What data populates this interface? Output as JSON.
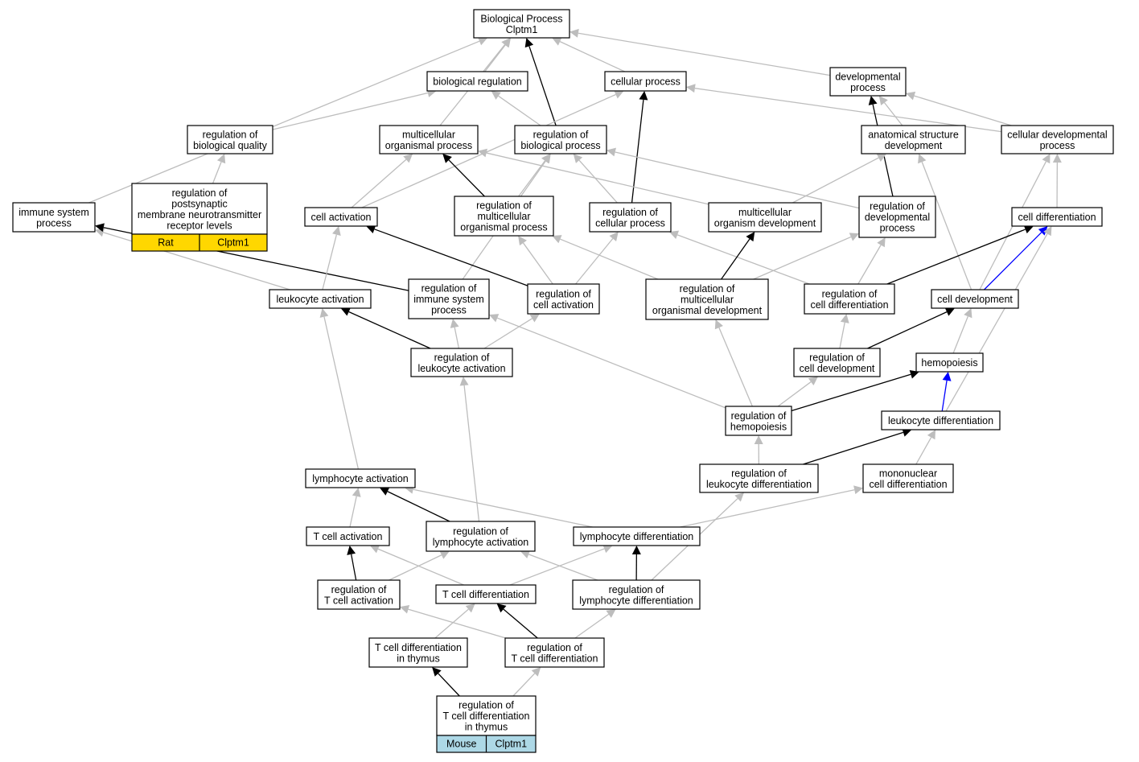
{
  "graph": {
    "colors": {
      "gray_edge": "#bdbdbd",
      "black_edge": "#000000",
      "blue_edge": "#0000ff",
      "rat_box": "#ffd700",
      "mouse_box": "#add8e6"
    },
    "nodes": [
      {
        "id": "bp",
        "lines": [
          "Biological Process",
          "Clptm1"
        ]
      },
      {
        "id": "bioreg",
        "lines": [
          "biological regulation"
        ]
      },
      {
        "id": "cellproc",
        "lines": [
          "cellular process"
        ]
      },
      {
        "id": "devproc",
        "lines": [
          "developmental",
          "process"
        ]
      },
      {
        "id": "regbioqual",
        "lines": [
          "regulation of",
          "biological quality"
        ]
      },
      {
        "id": "multiorg",
        "lines": [
          "multicellular",
          "organismal process"
        ]
      },
      {
        "id": "regbioproc",
        "lines": [
          "regulation of",
          "biological process"
        ]
      },
      {
        "id": "anatdev",
        "lines": [
          "anatomical structure",
          "development"
        ]
      },
      {
        "id": "celldevproc",
        "lines": [
          "cellular developmental",
          "process"
        ]
      },
      {
        "id": "regpost",
        "lines": [
          "regulation of",
          "postsynaptic",
          "membrane neurotransmitter",
          "receptor levels"
        ],
        "badge": [
          "Rat",
          "Clptm1"
        ],
        "badge_color": "#ffd700"
      },
      {
        "id": "immune",
        "lines": [
          "immune system",
          "process"
        ]
      },
      {
        "id": "cellact",
        "lines": [
          "cell activation"
        ]
      },
      {
        "id": "regmultiorg",
        "lines": [
          "regulation of",
          "multicellular",
          "organismal process"
        ]
      },
      {
        "id": "regcellproc",
        "lines": [
          "regulation of",
          "cellular process"
        ]
      },
      {
        "id": "multiorgdev",
        "lines": [
          "multicellular",
          "organism development"
        ]
      },
      {
        "id": "regdevproc",
        "lines": [
          "regulation of",
          "developmental",
          "process"
        ]
      },
      {
        "id": "celldiff",
        "lines": [
          "cell differentiation"
        ]
      },
      {
        "id": "leukact",
        "lines": [
          "leukocyte activation"
        ]
      },
      {
        "id": "regimmune",
        "lines": [
          "regulation of",
          "immune system",
          "process"
        ]
      },
      {
        "id": "regcellact",
        "lines": [
          "regulation of",
          "cell activation"
        ]
      },
      {
        "id": "regmultiorgdev",
        "lines": [
          "regulation of",
          "multicellular",
          "organismal development"
        ]
      },
      {
        "id": "regcelldiff",
        "lines": [
          "regulation of",
          "cell differentiation"
        ]
      },
      {
        "id": "celldev",
        "lines": [
          "cell development"
        ]
      },
      {
        "id": "regleukact",
        "lines": [
          "regulation of",
          "leukocyte activation"
        ]
      },
      {
        "id": "regcelldev",
        "lines": [
          "regulation of",
          "cell development"
        ]
      },
      {
        "id": "hemo",
        "lines": [
          "hemopoiesis"
        ]
      },
      {
        "id": "reghemo",
        "lines": [
          "regulation of",
          "hemopoiesis"
        ]
      },
      {
        "id": "leukdiff",
        "lines": [
          "leukocyte differentiation"
        ]
      },
      {
        "id": "lymphact",
        "lines": [
          "lymphocyte activation"
        ]
      },
      {
        "id": "regleukdiff",
        "lines": [
          "regulation of",
          "leukocyte differentiation"
        ]
      },
      {
        "id": "mononuc",
        "lines": [
          "mononuclear",
          "cell differentiation"
        ]
      },
      {
        "id": "tcellact",
        "lines": [
          "T cell activation"
        ]
      },
      {
        "id": "reglymphact",
        "lines": [
          "regulation of",
          "lymphocyte activation"
        ]
      },
      {
        "id": "lymphdiff",
        "lines": [
          "lymphocyte differentiation"
        ]
      },
      {
        "id": "regtcellact",
        "lines": [
          "regulation of",
          "T cell activation"
        ]
      },
      {
        "id": "tcelldiff",
        "lines": [
          "T cell differentiation"
        ]
      },
      {
        "id": "reglymphdiff",
        "lines": [
          "regulation of",
          "lymphocyte differentiation"
        ]
      },
      {
        "id": "tcelldiffthy",
        "lines": [
          "T cell differentiation",
          "in thymus"
        ]
      },
      {
        "id": "regtcelldiff",
        "lines": [
          "regulation of",
          "T cell differentiation"
        ]
      },
      {
        "id": "regtcelldiffthy",
        "lines": [
          "regulation of",
          "T cell differentiation",
          "in thymus"
        ],
        "badge": [
          "Mouse",
          "Clptm1"
        ],
        "badge_color": "#add8e6"
      }
    ],
    "edges": [
      {
        "from": "bioreg",
        "to": "bp",
        "color": "gray"
      },
      {
        "from": "cellproc",
        "to": "bp",
        "color": "gray"
      },
      {
        "from": "devproc",
        "to": "bp",
        "color": "gray"
      },
      {
        "from": "regbioproc",
        "to": "bp",
        "color": "black"
      },
      {
        "from": "multiorg",
        "to": "bp",
        "color": "gray"
      },
      {
        "from": "immune",
        "to": "bp",
        "color": "gray"
      },
      {
        "from": "regbioqual",
        "to": "bioreg",
        "color": "gray"
      },
      {
        "from": "regbioproc",
        "to": "bioreg",
        "color": "gray"
      },
      {
        "from": "regcellproc",
        "to": "cellproc",
        "color": "black"
      },
      {
        "from": "cellact",
        "to": "cellproc",
        "color": "gray"
      },
      {
        "from": "celldevproc",
        "to": "cellproc",
        "color": "gray"
      },
      {
        "from": "anatdev",
        "to": "devproc",
        "color": "gray"
      },
      {
        "from": "regdevproc",
        "to": "devproc",
        "color": "black"
      },
      {
        "from": "celldevproc",
        "to": "devproc",
        "color": "gray"
      },
      {
        "from": "regpost",
        "to": "regbioqual",
        "color": "gray"
      },
      {
        "from": "cellact",
        "to": "multiorg",
        "color": "gray"
      },
      {
        "from": "regmultiorg",
        "to": "multiorg",
        "color": "black"
      },
      {
        "from": "multiorgdev",
        "to": "multiorg",
        "color": "gray"
      },
      {
        "from": "regmultiorg",
        "to": "regbioproc",
        "color": "gray"
      },
      {
        "from": "regcellproc",
        "to": "regbioproc",
        "color": "gray"
      },
      {
        "from": "regdevproc",
        "to": "regbioproc",
        "color": "gray"
      },
      {
        "from": "regimmune",
        "to": "regbioproc",
        "color": "gray"
      },
      {
        "from": "multiorgdev",
        "to": "anatdev",
        "color": "gray"
      },
      {
        "from": "celldev",
        "to": "anatdev",
        "color": "gray"
      },
      {
        "from": "celldiff",
        "to": "celldevproc",
        "color": "gray"
      },
      {
        "from": "celldev",
        "to": "celldevproc",
        "color": "gray"
      },
      {
        "from": "leukact",
        "to": "immune",
        "color": "gray"
      },
      {
        "from": "regimmune",
        "to": "immune",
        "color": "black"
      },
      {
        "from": "leukact",
        "to": "cellact",
        "color": "gray"
      },
      {
        "from": "regcellact",
        "to": "cellact",
        "color": "black"
      },
      {
        "from": "regcellact",
        "to": "regcellproc",
        "color": "gray"
      },
      {
        "from": "regcelldiff",
        "to": "regcellproc",
        "color": "gray"
      },
      {
        "from": "regmultiorgdev",
        "to": "regmultiorg",
        "color": "gray"
      },
      {
        "from": "regcellact",
        "to": "regmultiorg",
        "color": "gray"
      },
      {
        "from": "regmultiorgdev",
        "to": "multiorgdev",
        "color": "black"
      },
      {
        "from": "regmultiorgdev",
        "to": "regdevproc",
        "color": "gray"
      },
      {
        "from": "regcelldiff",
        "to": "regdevproc",
        "color": "gray"
      },
      {
        "from": "regcelldiff",
        "to": "celldiff",
        "color": "black"
      },
      {
        "from": "celldev",
        "to": "celldiff",
        "color": "blue"
      },
      {
        "from": "leukdiff",
        "to": "celldiff",
        "color": "gray"
      },
      {
        "from": "regleukact",
        "to": "leukact",
        "color": "black"
      },
      {
        "from": "lymphact",
        "to": "leukact",
        "color": "gray"
      },
      {
        "from": "regleukact",
        "to": "regimmune",
        "color": "gray"
      },
      {
        "from": "reghemo",
        "to": "regimmune",
        "color": "gray"
      },
      {
        "from": "regleukact",
        "to": "regcellact",
        "color": "gray"
      },
      {
        "from": "reghemo",
        "to": "regmultiorgdev",
        "color": "gray"
      },
      {
        "from": "regcelldev",
        "to": "regcelldiff",
        "color": "gray"
      },
      {
        "from": "regcelldev",
        "to": "celldev",
        "color": "black"
      },
      {
        "from": "hemo",
        "to": "celldev",
        "color": "gray"
      },
      {
        "from": "reglymphact",
        "to": "regleukact",
        "color": "gray"
      },
      {
        "from": "reghemo",
        "to": "regcelldev",
        "color": "gray"
      },
      {
        "from": "reghemo",
        "to": "hemo",
        "color": "black"
      },
      {
        "from": "leukdiff",
        "to": "hemo",
        "color": "blue"
      },
      {
        "from": "regleukdiff",
        "to": "reghemo",
        "color": "gray"
      },
      {
        "from": "regleukdiff",
        "to": "leukdiff",
        "color": "black"
      },
      {
        "from": "mononuc",
        "to": "leukdiff",
        "color": "gray"
      },
      {
        "from": "tcellact",
        "to": "lymphact",
        "color": "gray"
      },
      {
        "from": "reglymphact",
        "to": "lymphact",
        "color": "black"
      },
      {
        "from": "lymphdiff",
        "to": "lymphact",
        "color": "gray"
      },
      {
        "from": "reglymphdiff",
        "to": "regleukdiff",
        "color": "gray"
      },
      {
        "from": "lymphdiff",
        "to": "mononuc",
        "color": "gray"
      },
      {
        "from": "regtcellact",
        "to": "tcellact",
        "color": "black"
      },
      {
        "from": "tcelldiff",
        "to": "tcellact",
        "color": "gray"
      },
      {
        "from": "regtcellact",
        "to": "reglymphact",
        "color": "gray"
      },
      {
        "from": "reglymphdiff",
        "to": "reglymphact",
        "color": "gray"
      },
      {
        "from": "tcelldiff",
        "to": "lymphdiff",
        "color": "gray"
      },
      {
        "from": "reglymphdiff",
        "to": "lymphdiff",
        "color": "black"
      },
      {
        "from": "regtcelldiff",
        "to": "regtcellact",
        "color": "gray"
      },
      {
        "from": "regtcelldiff",
        "to": "tcelldiff",
        "color": "black"
      },
      {
        "from": "tcelldiffthy",
        "to": "tcelldiff",
        "color": "gray"
      },
      {
        "from": "regtcelldiff",
        "to": "reglymphdiff",
        "color": "gray"
      },
      {
        "from": "regtcelldiffthy",
        "to": "tcelldiffthy",
        "color": "black"
      },
      {
        "from": "regtcelldiffthy",
        "to": "regtcelldiff",
        "color": "gray"
      }
    ]
  }
}
